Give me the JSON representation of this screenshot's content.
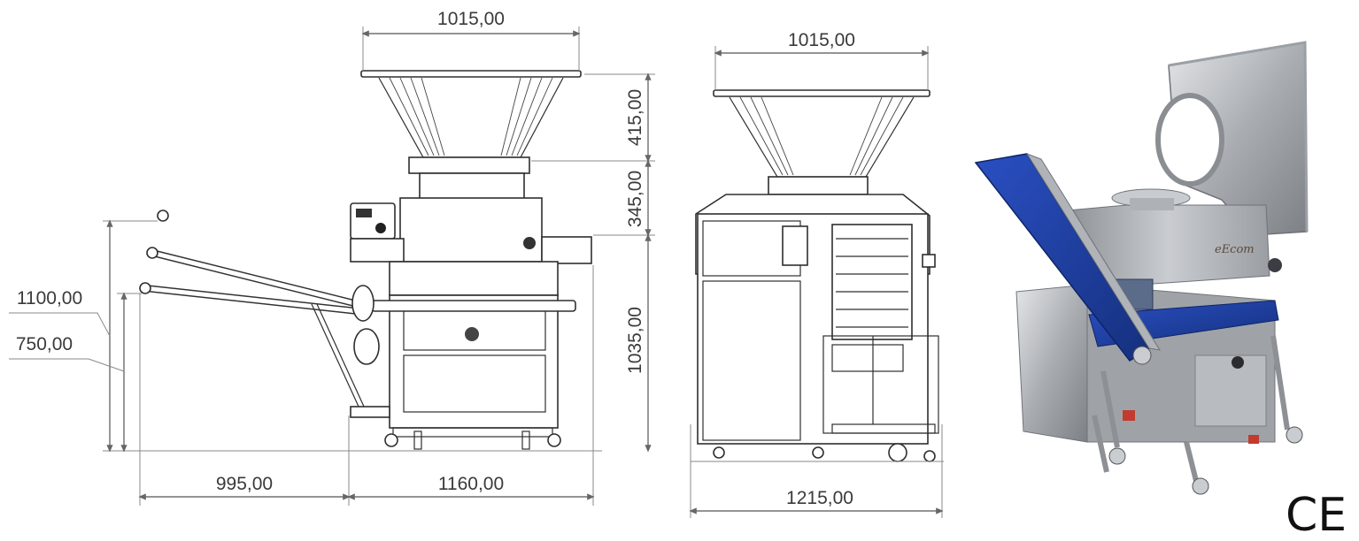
{
  "front_view": {
    "top_width": "1015,00",
    "hopper_height": "415,00",
    "body_height": "345,00",
    "total_height": "1035,00",
    "arm_height_high": "1100,00",
    "arm_height_low": "750,00",
    "arm_reach": "995,00",
    "base_width": "1160,00"
  },
  "side_view": {
    "top_width": "1015,00",
    "base_width": "1215,00"
  },
  "photo": {
    "brand_label": "eEcom",
    "colors": {
      "belt": "#1f3fa6",
      "steel": "#b4b7bb"
    }
  },
  "certification": {
    "mark": "CE"
  }
}
